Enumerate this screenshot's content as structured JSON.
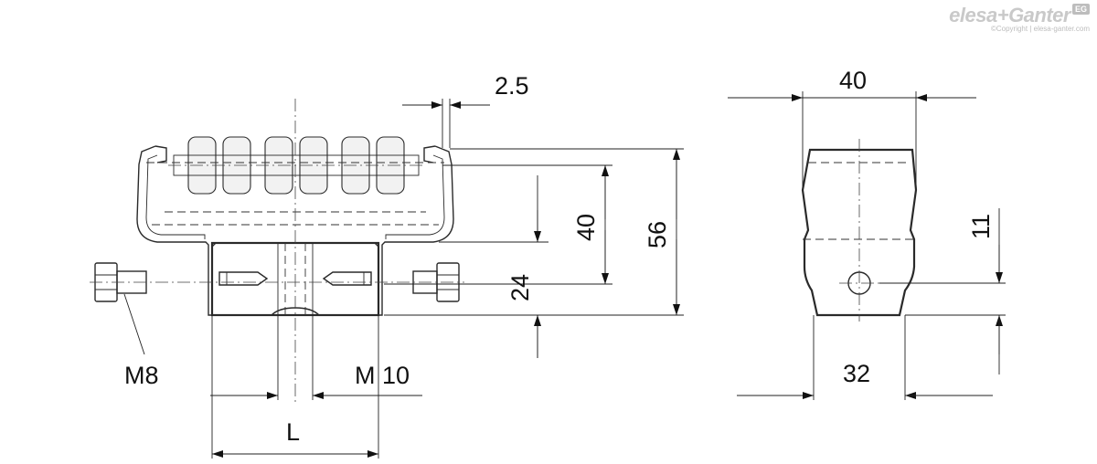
{
  "brand": {
    "logo_text": "elesa+Ganter",
    "badge": "EG",
    "copyright": "©Copyright | elesa-ganter.com"
  },
  "dimensions": {
    "top_gap": "2.5",
    "inner_height": "40",
    "total_height": "56",
    "lower_height": "24",
    "side_width": "40",
    "hole_offset": "11",
    "base_width": "32",
    "length": "L"
  },
  "callouts": {
    "side_bolt_thread": "M8",
    "base_bolt_thread": "M 10"
  }
}
